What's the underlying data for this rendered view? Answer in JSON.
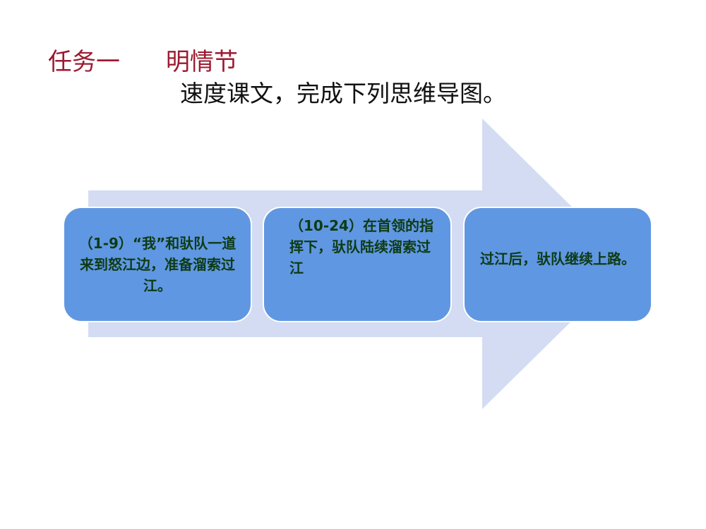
{
  "title": {
    "task": "任务一",
    "topic": "明情节"
  },
  "subtitle": "速度课文，完成下列思维导图。",
  "colors": {
    "arrow": "#d3dcf3",
    "box": "#6097e2",
    "box_text": "#0d3b14",
    "title": "#9b1b30"
  },
  "steps": [
    {
      "text": "（1-9）“我”和驮队一道来到怒江边，准备溜索过江。"
    },
    {
      "text": "（10-24）在首领的指挥下，驮队陆续溜索过江"
    },
    {
      "text": "过江后，驮队继续上路。"
    }
  ]
}
